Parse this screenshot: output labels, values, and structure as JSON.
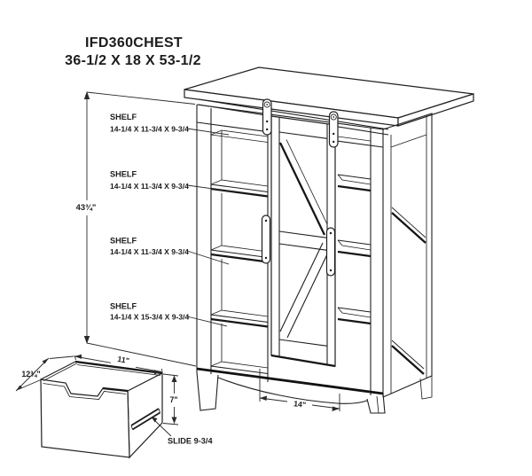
{
  "title": {
    "model": "IFD360CHEST",
    "overall_size": "36-1/2 X 18 X 53-1/2"
  },
  "cabinet": {
    "height_dim": "43¾\"",
    "door_width_dim": "14\"",
    "shelves": [
      {
        "label": "SHELF",
        "size": "14-1/4 X 11-3/4 X 9-3/4"
      },
      {
        "label": "SHELF",
        "size": "14-1/4 X 11-3/4 X 9-3/4"
      },
      {
        "label": "SHELF",
        "size": "14-1/4 X 11-3/4 X 9-3/4"
      },
      {
        "label": "SHELF",
        "size": "14-1/4 X 15-3/4 X 9-3/4"
      }
    ]
  },
  "drawer": {
    "top_dim": "11\"",
    "left_dim": "12¾\"",
    "height_dim": "7\"",
    "slide_label": "SLIDE 9-3/4"
  },
  "colors": {
    "line": "#1f1f1f",
    "background": "#ffffff"
  }
}
